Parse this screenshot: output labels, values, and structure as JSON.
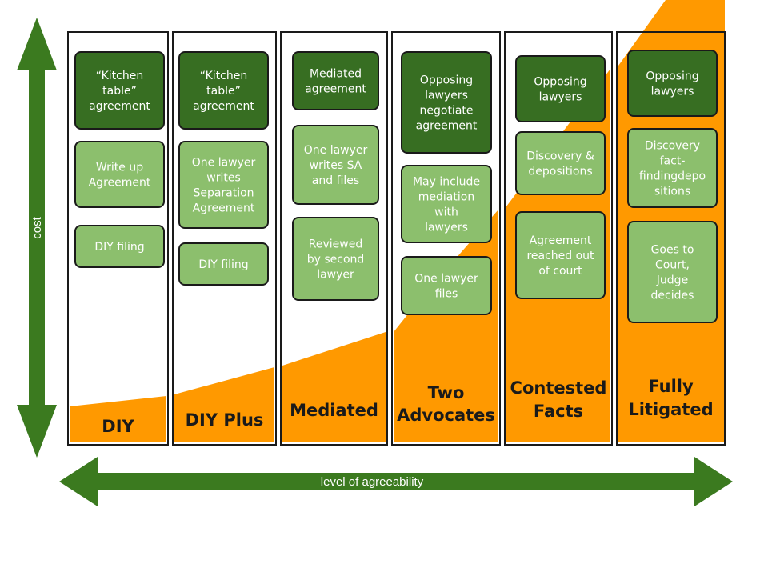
{
  "colors": {
    "dark_green": "#376e22",
    "light_green": "#8cbf6d",
    "orange": "#ff9900",
    "axis_green": "#3b7a1f",
    "box_border": "#1a1a1a",
    "column_border": "#1a1a1a"
  },
  "axes": {
    "vertical_label": "cost",
    "horizontal_label": "level of agreeability"
  },
  "columns": [
    {
      "label": [
        "DIY"
      ],
      "boxes": [
        {
          "tone": "dark",
          "lines": [
            "“Kitchen",
            "table”",
            "agreement"
          ]
        },
        {
          "tone": "light",
          "lines": [
            "Write up",
            "Agreement"
          ]
        },
        {
          "tone": "light",
          "lines": [
            "DIY filing"
          ]
        }
      ]
    },
    {
      "label": [
        "DIY Plus"
      ],
      "boxes": [
        {
          "tone": "dark",
          "lines": [
            "“Kitchen",
            "table”",
            "agreement"
          ]
        },
        {
          "tone": "light",
          "lines": [
            "One lawyer",
            "writes",
            "Separation",
            "Agreement"
          ]
        },
        {
          "tone": "light",
          "lines": [
            "DIY filing"
          ]
        }
      ]
    },
    {
      "label": [
        "Mediated"
      ],
      "boxes": [
        {
          "tone": "dark",
          "lines": [
            "Mediated",
            "agreement"
          ]
        },
        {
          "tone": "light",
          "lines": [
            "One lawyer",
            "writes SA",
            "and files"
          ]
        },
        {
          "tone": "light",
          "lines": [
            "Reviewed",
            "by second",
            "lawyer"
          ]
        }
      ]
    },
    {
      "label": [
        "Two",
        "Advocates"
      ],
      "boxes": [
        {
          "tone": "dark",
          "lines": [
            "Opposing",
            "lawyers",
            "negotiate",
            "agreement"
          ]
        },
        {
          "tone": "light",
          "lines": [
            "May include",
            "mediation",
            "with",
            "lawyers"
          ]
        },
        {
          "tone": "light",
          "lines": [
            "One lawyer",
            "files"
          ]
        }
      ]
    },
    {
      "label": [
        "Contested",
        "Facts"
      ],
      "boxes": [
        {
          "tone": "dark",
          "lines": [
            "Opposing",
            "lawyers"
          ]
        },
        {
          "tone": "light",
          "lines": [
            "Discovery &",
            "depositions"
          ]
        },
        {
          "tone": "light",
          "lines": [
            "Agreement",
            "reached out",
            "of court"
          ]
        }
      ]
    },
    {
      "label": [
        "Fully",
        "Litigated"
      ],
      "boxes": [
        {
          "tone": "dark",
          "lines": [
            "Opposing",
            "lawyers"
          ]
        },
        {
          "tone": "light",
          "lines": [
            "Discovery",
            "fact-",
            "findingdepo",
            "sitions"
          ]
        },
        {
          "tone": "light",
          "lines": [
            "Goes to",
            "Court,",
            "Judge",
            "decides"
          ]
        }
      ]
    }
  ]
}
